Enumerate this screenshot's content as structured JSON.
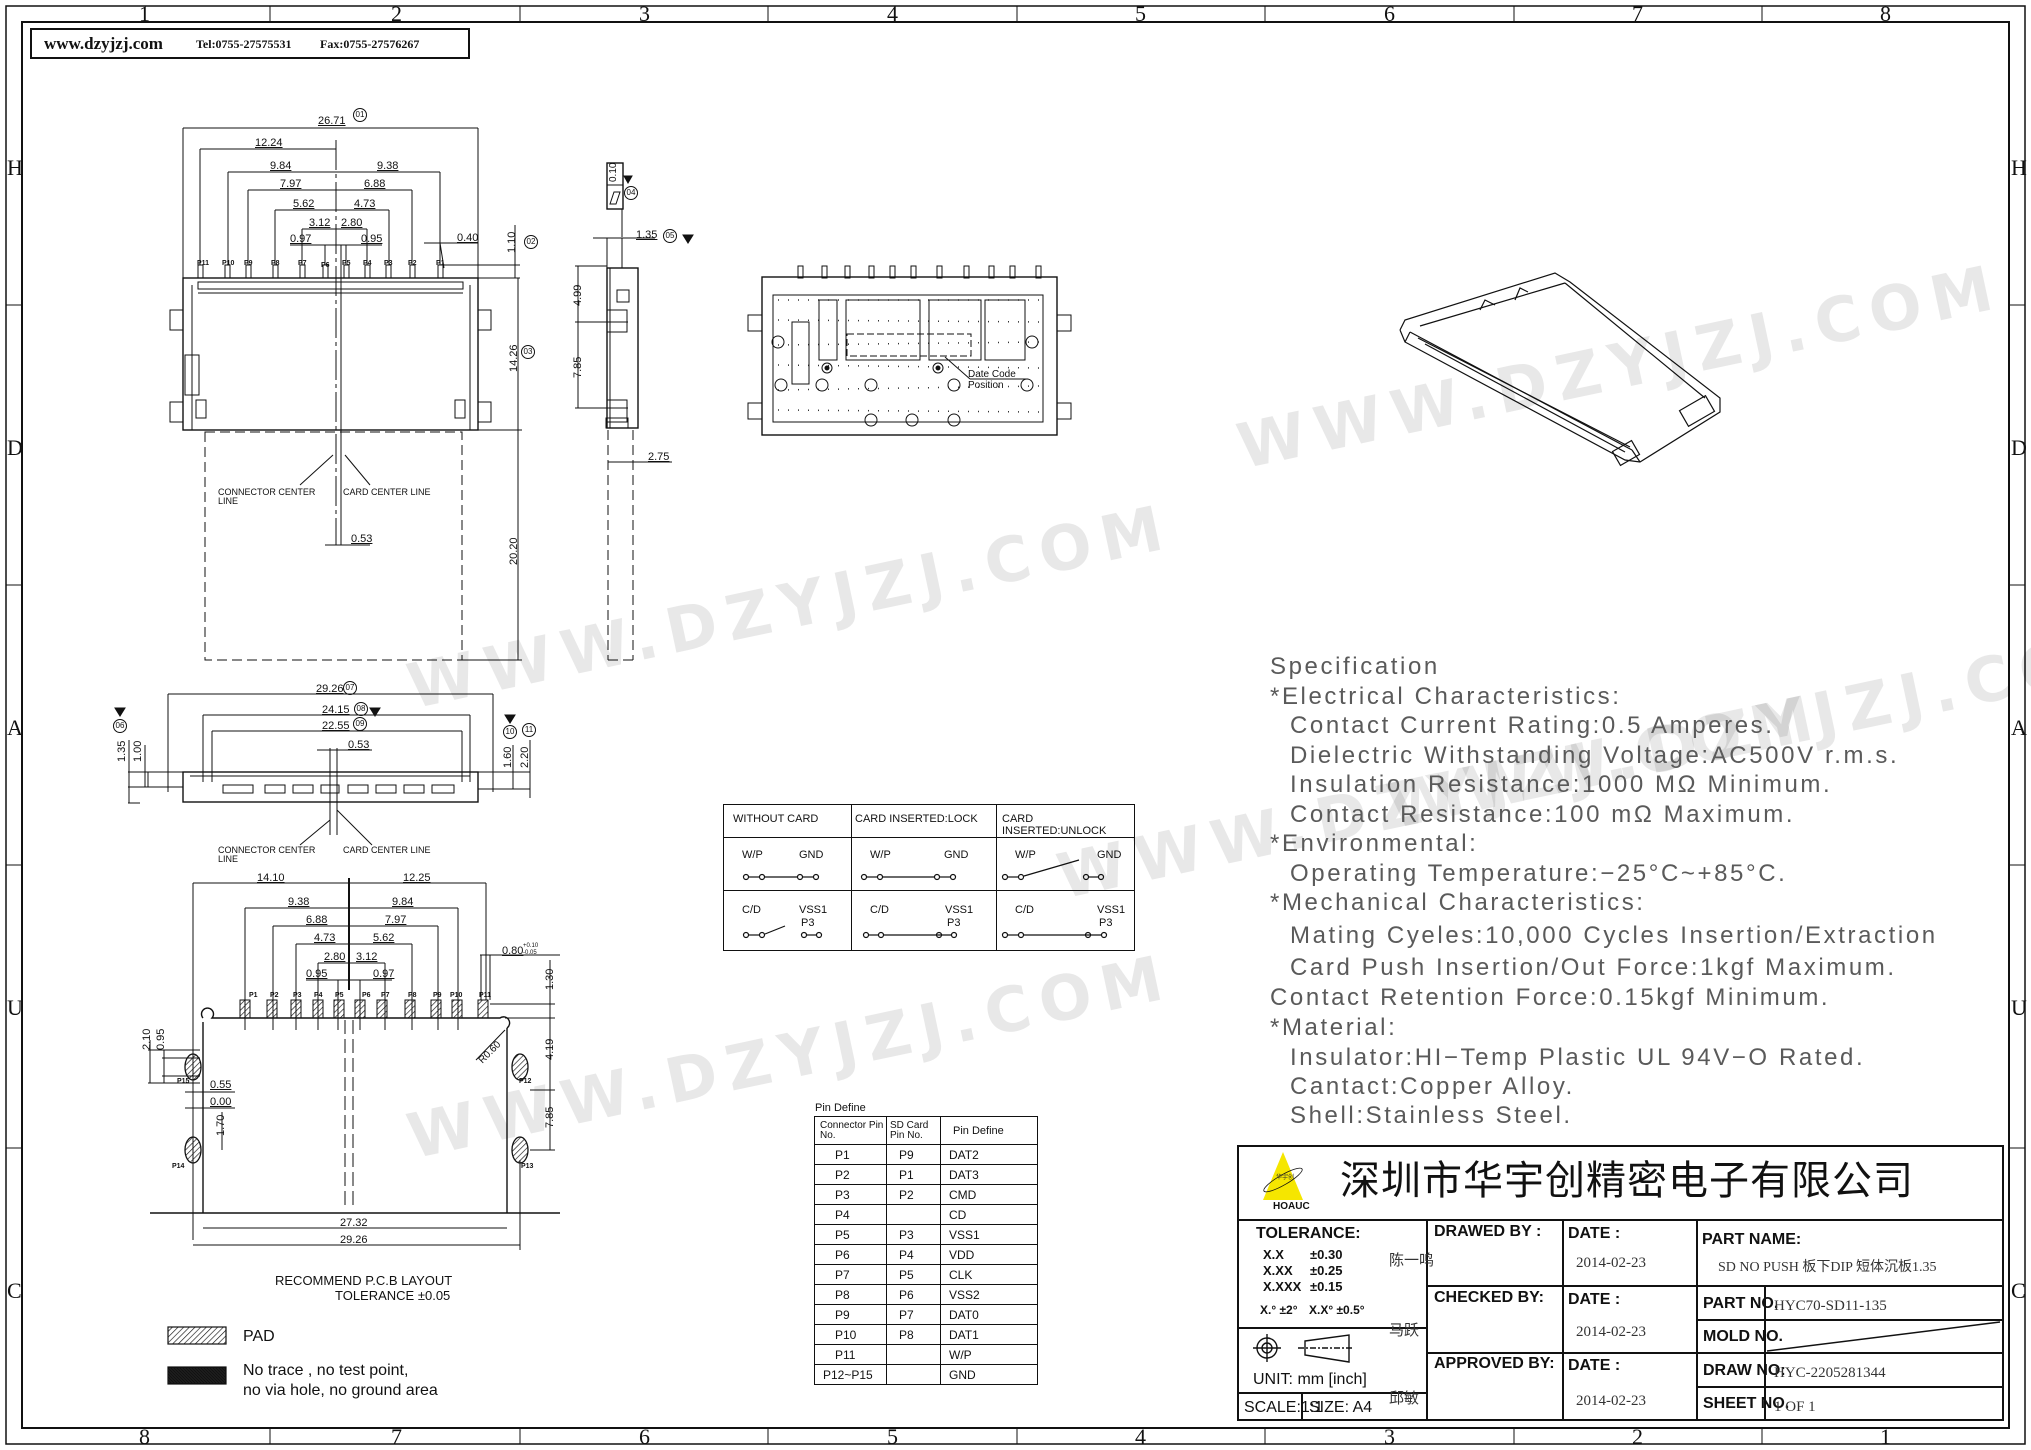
{
  "header": {
    "website": "www.dzyjzj.com",
    "tel": "Tel:0755-27575531",
    "fax": "Fax:0755-27576267"
  },
  "grid": {
    "columns_top": [
      "1",
      "2",
      "3",
      "4",
      "5",
      "6",
      "7",
      "8"
    ],
    "columns_bottom": [
      "8",
      "7",
      "6",
      "5",
      "4",
      "3",
      "2",
      "1"
    ],
    "rows": [
      "H",
      "D",
      "A",
      "U",
      "C"
    ]
  },
  "watermark": "WWW.DZYJZJ.COM",
  "top_view": {
    "dims": {
      "overall": "26.71",
      "p11": "12.24",
      "p10": "9.84",
      "p1": "9.38",
      "p9": "7.97",
      "p2": "6.88",
      "p8": "5.62",
      "p3": "4.73",
      "p7": "3.12",
      "p4": "2.80",
      "p6": "0.97",
      "p5": "0.95",
      "pin_w": "0.40",
      "pin_h": "1.10",
      "body_depth": "14.26",
      "card": "20.20",
      "offset": "0.53"
    },
    "balloons": {
      "overall": "01",
      "pin_h": "02",
      "body_depth": "03"
    },
    "pins": [
      "P11",
      "P10",
      "P9",
      "P8",
      "P7",
      "P6",
      "P5",
      "P4",
      "P3",
      "P2",
      "P1"
    ],
    "connector_center": "CONNECTOR CENTER LINE",
    "card_center": "CARD CENTER LINE"
  },
  "side_view": {
    "flatness": "0.10",
    "flatness_balloon": "04",
    "height": "1.35",
    "height_balloon": "05",
    "d1": "4.99",
    "d2": "7.85",
    "d3": "2.75"
  },
  "front_view": {
    "date_code": "Date Code Position"
  },
  "front_lower": {
    "d_overall": "29.26",
    "b_overall": "07",
    "d_inner": "24.15",
    "b_inner": "08",
    "d_slot": "22.55",
    "b_slot": "09",
    "offset": "0.53",
    "b_left": "06",
    "h1": "1.35",
    "h2": "1.00",
    "b_r1": "10",
    "b_r2": "11",
    "h3": "1.60",
    "h4": "2.20",
    "connector_center": "CONNECTOR CENTER LINE",
    "card_center": "CARD CENTER LINE"
  },
  "pcb": {
    "dims": {
      "left": "14.10",
      "right": "12.25",
      "p1": "9.38",
      "p10": "9.84",
      "p2": "6.88",
      "p9": "7.97",
      "p3": "4.73",
      "p8": "5.62",
      "p4": "2.80",
      "p7": "3.12",
      "p5": "0.95",
      "p6": "0.97",
      "pad_w": "0.80",
      "tol_plus": "+0.10",
      "tol_minus": "-0.05",
      "pad_h": "1.30",
      "r": "R0.60",
      "side1": "4.19",
      "side2": "7.85",
      "l1": "2.10",
      "l2": "0.95",
      "l3": "0.55",
      "l4": "0.00",
      "l5": "1.70",
      "w1": "27.32",
      "w2": "29.26"
    },
    "pads": [
      "P1",
      "P2",
      "P3",
      "P4",
      "P5",
      "P6",
      "P7",
      "P8",
      "P9",
      "P10",
      "P11"
    ],
    "side_pads": [
      "P15",
      "P14",
      "P12",
      "P13"
    ],
    "title": "RECOMMEND P.C.B LAYOUT",
    "tolerance": "TOLERANCE ±0.05"
  },
  "legend": {
    "pad": "PAD",
    "keepout_line1": "No trace , no test point,",
    "keepout_line2": "no via hole, no ground area"
  },
  "switch_table": {
    "headers": [
      "WITHOUT CARD",
      "CARD INSERTED:LOCK",
      "CARD INSERTED:UNLOCK"
    ],
    "wp": "W/P",
    "gnd": "GND",
    "cd": "C/D",
    "vss1": "VSS1",
    "p3": "P3"
  },
  "pin_table": {
    "title": "Pin Define",
    "headers": [
      "Connector Pin No.",
      "SD Card Pin No.",
      "Pin Define"
    ],
    "rows": [
      [
        "P1",
        "P9",
        "DAT2"
      ],
      [
        "P2",
        "P1",
        "DAT3"
      ],
      [
        "P3",
        "P2",
        "CMD"
      ],
      [
        "P4",
        "",
        "CD"
      ],
      [
        "P5",
        "P3",
        "VSS1"
      ],
      [
        "P6",
        "P4",
        "VDD"
      ],
      [
        "P7",
        "P5",
        "CLK"
      ],
      [
        "P8",
        "P6",
        "VSS2"
      ],
      [
        "P9",
        "P7",
        "DAT0"
      ],
      [
        "P10",
        "P8",
        "DAT1"
      ],
      [
        "P11",
        "",
        "W/P"
      ],
      [
        "P12~P15",
        "",
        "GND"
      ]
    ]
  },
  "specification": [
    "Specification",
    "*Electrical Characteristics:",
    "Contact Current Rating:0.5 Amperes.",
    "Dielectric Withstanding Voltage:AC500V r.m.s.",
    "Insulation Resistance:1000 MΩ Minimum.",
    "Contact Resistance:100 mΩ Maximum.",
    "*Environmental:",
    "Operating Temperature:−25°C~+85°C.",
    "*Mechanical Characteristics:",
    "Mating Cyeles:10,000 Cycles Insertion/Extraction",
    "Card Push Insertion/Out Force:1kgf Maximum.",
    "Contact Retention Force:0.15kgf Minimum.",
    "*Material:",
    "Insulator:HI−Temp Plastic UL 94V−O Rated.",
    "Cantact:Copper Alloy.",
    "Shell:Stainless Steel."
  ],
  "title_block": {
    "logo_text": "HOAUC",
    "logo_cn": "华宇创",
    "company": "深圳市华宇创精密电子有限公司",
    "tolerance_label": "TOLERANCE:",
    "tol": [
      [
        "X.X",
        "±0.30"
      ],
      [
        "X.XX",
        "±0.25"
      ],
      [
        "X.XXX",
        "±0.15"
      ]
    ],
    "tol_angle1": "X.° ±2°",
    "tol_angle2": "X.X° ±0.5°",
    "unit": "UNIT:  mm  [inch]",
    "scale": "SCALE:1:1",
    "size": "SIZE:  A4",
    "drawn_label": "DRAWED BY :",
    "drawn": "陈一鸣",
    "checked_label": "CHECKED BY:",
    "checked": "马跃",
    "approved_label": "APPROVED BY:",
    "approved": "邱敏",
    "date_label": "DATE :",
    "date1": "2014-02-23",
    "date2": "2014-02-23",
    "date3": "2014-02-23",
    "part_name_label": "PART NAME:",
    "part_name": "SD NO PUSH 板下DIP 短体沉板1.35",
    "part_no_label": "PART NO.",
    "part_no": "HYC70-SD11-135",
    "mold_no_label": "MOLD NO.",
    "draw_no_label": "DRAW NO:",
    "draw_no": "HYC-2205281344",
    "sheet_no_label": "SHEET NO.",
    "sheet_no": "1 OF 1",
    "accent": "#f5e600"
  }
}
